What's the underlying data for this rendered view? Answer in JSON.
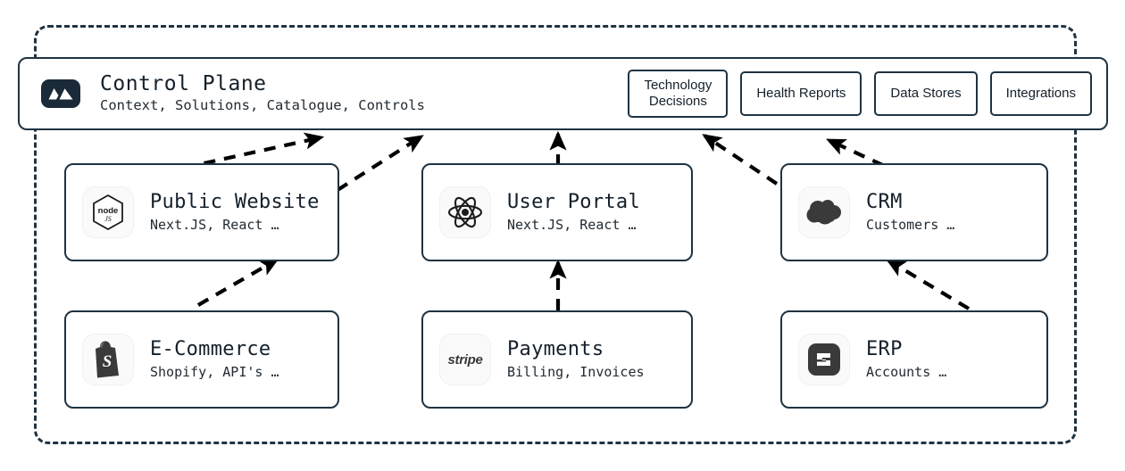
{
  "diagram": {
    "boundary_name": "system-boundary",
    "border_color": "#1f3342"
  },
  "control_plane": {
    "logo_icon": "mountain-logo-icon",
    "title": "Control Plane",
    "subtitle": "Context, Solutions, Catalogue, Controls",
    "chips": [
      {
        "label": "Technology\nDecisions",
        "name": "chip-technology-decisions"
      },
      {
        "label": "Health Reports",
        "name": "chip-health-reports"
      },
      {
        "label": "Data Stores",
        "name": "chip-data-stores"
      },
      {
        "label": "Integrations",
        "name": "chip-integrations"
      }
    ]
  },
  "cards": [
    {
      "name": "card-public-website",
      "icon": "nodejs-icon",
      "title": "Public Website",
      "subtitle": "Next.JS, React …"
    },
    {
      "name": "card-user-portal",
      "icon": "react-icon",
      "title": "User Portal",
      "subtitle": "Next.JS, React …"
    },
    {
      "name": "card-crm",
      "icon": "salesforce-cloud-icon",
      "title": "CRM",
      "subtitle": "Customers …"
    },
    {
      "name": "card-ecommerce",
      "icon": "shopify-icon",
      "title": "E-Commerce",
      "subtitle": "Shopify, API's …"
    },
    {
      "name": "card-payments",
      "icon": "stripe-icon",
      "icon_text": "stripe",
      "title": "Payments",
      "subtitle": "Billing, Invoices"
    },
    {
      "name": "card-erp",
      "icon": "erp-icon",
      "title": "ERP",
      "subtitle": "Accounts …"
    }
  ],
  "connectors": [
    {
      "name": "arrow-public-website-to-control-plane",
      "from": "card-public-website",
      "to": "control-plane"
    },
    {
      "name": "arrow-ecommerce-to-control-plane",
      "from": "card-ecommerce",
      "to": "control-plane"
    },
    {
      "name": "arrow-user-portal-to-control-plane",
      "from": "card-user-portal",
      "to": "control-plane"
    },
    {
      "name": "arrow-control-plane-to-crm",
      "from": "control-plane",
      "to": "card-crm"
    },
    {
      "name": "arrow-control-plane-to-erp",
      "from": "control-plane",
      "to": "card-erp"
    },
    {
      "name": "arrow-ecommerce-to-public-website",
      "from": "card-ecommerce",
      "to": "card-public-website"
    },
    {
      "name": "arrow-payments-to-user-portal",
      "from": "card-payments",
      "to": "card-user-portal"
    },
    {
      "name": "arrow-erp-to-crm",
      "from": "card-erp",
      "to": "card-crm"
    }
  ]
}
